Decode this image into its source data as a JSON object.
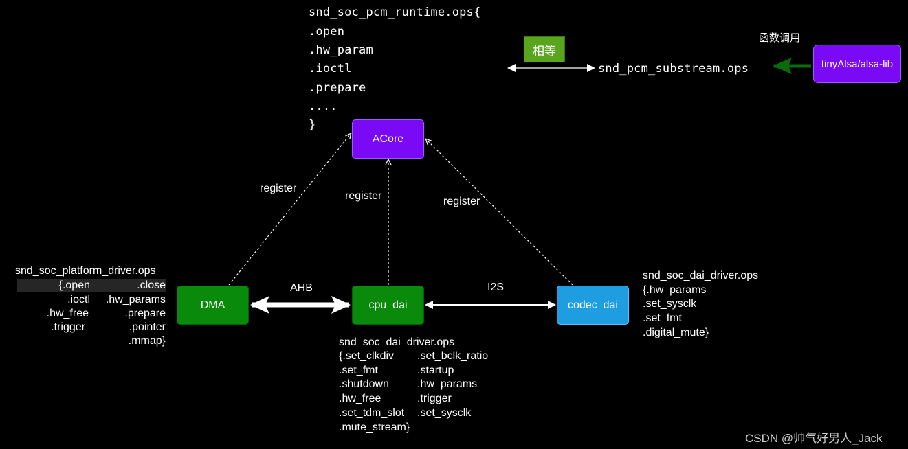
{
  "colors": {
    "background": "#000000",
    "acore": "#7a0af5",
    "tinyalsa": "#7a0af5",
    "dma": "#0a8a0a",
    "cpu_dai": "#0a8a0a",
    "codec_dai": "#1e9ee0",
    "equal_badge": "#5aa51e",
    "call_arrow": "#0b6b0b"
  },
  "runtime_ops": {
    "header": "snd_soc_pcm_runtime.ops{",
    "lines": [
      ".open",
      ".hw_param",
      ".ioctl",
      ".prepare",
      "....",
      "}"
    ]
  },
  "equal_label": "相等",
  "substream_ops": "snd_pcm_substream.ops",
  "call_label": "函数调用",
  "nodes": {
    "acore": "ACore",
    "tinyalsa": "tinyAlsa/alsa-lib",
    "dma": "DMA",
    "cpu_dai": "cpu_dai",
    "codec_dai": "codec_dai"
  },
  "edge_labels": {
    "register_left": "register",
    "register_mid": "register",
    "register_right": "register",
    "ahb": "AHB",
    "i2s": "I2S"
  },
  "platform_ops": {
    "title": "snd_soc_platform_driver.ops",
    "left": [
      "{.open",
      ".ioctl",
      ".hw_free",
      ".trigger"
    ],
    "right": [
      ".close",
      ".hw_params",
      ".prepare",
      ".pointer",
      ".mmap}"
    ]
  },
  "codec_ops": {
    "title": "snd_soc_dai_driver.ops",
    "lines": [
      "{.hw_params",
      ".set_sysclk",
      ".set_fmt",
      ".digital_mute}"
    ]
  },
  "cpu_ops": {
    "title": "snd_soc_dai_driver.ops",
    "left": [
      "{.set_clkdiv",
      ".set_fmt",
      ".shutdown",
      ".hw_free",
      ".set_tdm_slot",
      ".mute_stream}"
    ],
    "right": [
      ".set_bclk_ratio",
      ".startup",
      ".hw_params",
      ".trigger",
      ".set_sysclk"
    ]
  },
  "watermark": "CSDN @帅气好男人_Jack"
}
